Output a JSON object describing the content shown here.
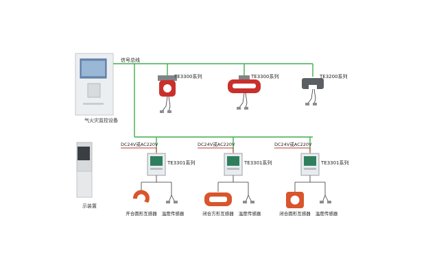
{
  "bus_label": "信号总线",
  "controller_label": "气火灾监控设备",
  "display_label": "示装置",
  "top_sensors": [
    {
      "series": "TE3300系列"
    },
    {
      "series": "TE3300系列"
    },
    {
      "series": "TE3200系列"
    }
  ],
  "modules": [
    {
      "power": "DC24V或AC220V",
      "series": "TE3301系列",
      "ct_label": "开合圆形互感器",
      "temp_label": "温度传感器"
    },
    {
      "power": "DC24V或AC220V",
      "series": "TE3301系列",
      "ct_label": "闭合方形互感器",
      "temp_label": "温度传感器"
    },
    {
      "power": "DC24V或AC220V",
      "series": "TE3301系列",
      "ct_label": "闭合圆形互感器",
      "temp_label": "温度传感器"
    }
  ],
  "colors": {
    "bus": "#3fae49",
    "power_line": "#c0392b",
    "sensor_red": "#c9302c",
    "sensor_gray": "#5a5f63",
    "module_body": "#e9ecee",
    "module_screen": "#2f7f5f",
    "ct_orange": "#d9552b"
  }
}
